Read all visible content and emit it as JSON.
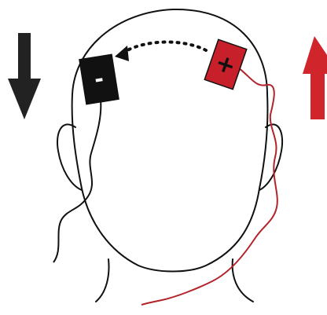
{
  "diagram": {
    "anode": {
      "label": "+",
      "color": "#c8202a"
    },
    "cathode": {
      "label": "-",
      "color": "#111111"
    },
    "arrows": {
      "decrease": {
        "direction": "down",
        "color": "#222222"
      },
      "increase": {
        "direction": "up",
        "color": "#d0262b"
      }
    },
    "current_flow": {
      "from": "anode",
      "to": "cathode",
      "style": "dotted"
    },
    "outline_color": "#111111"
  }
}
